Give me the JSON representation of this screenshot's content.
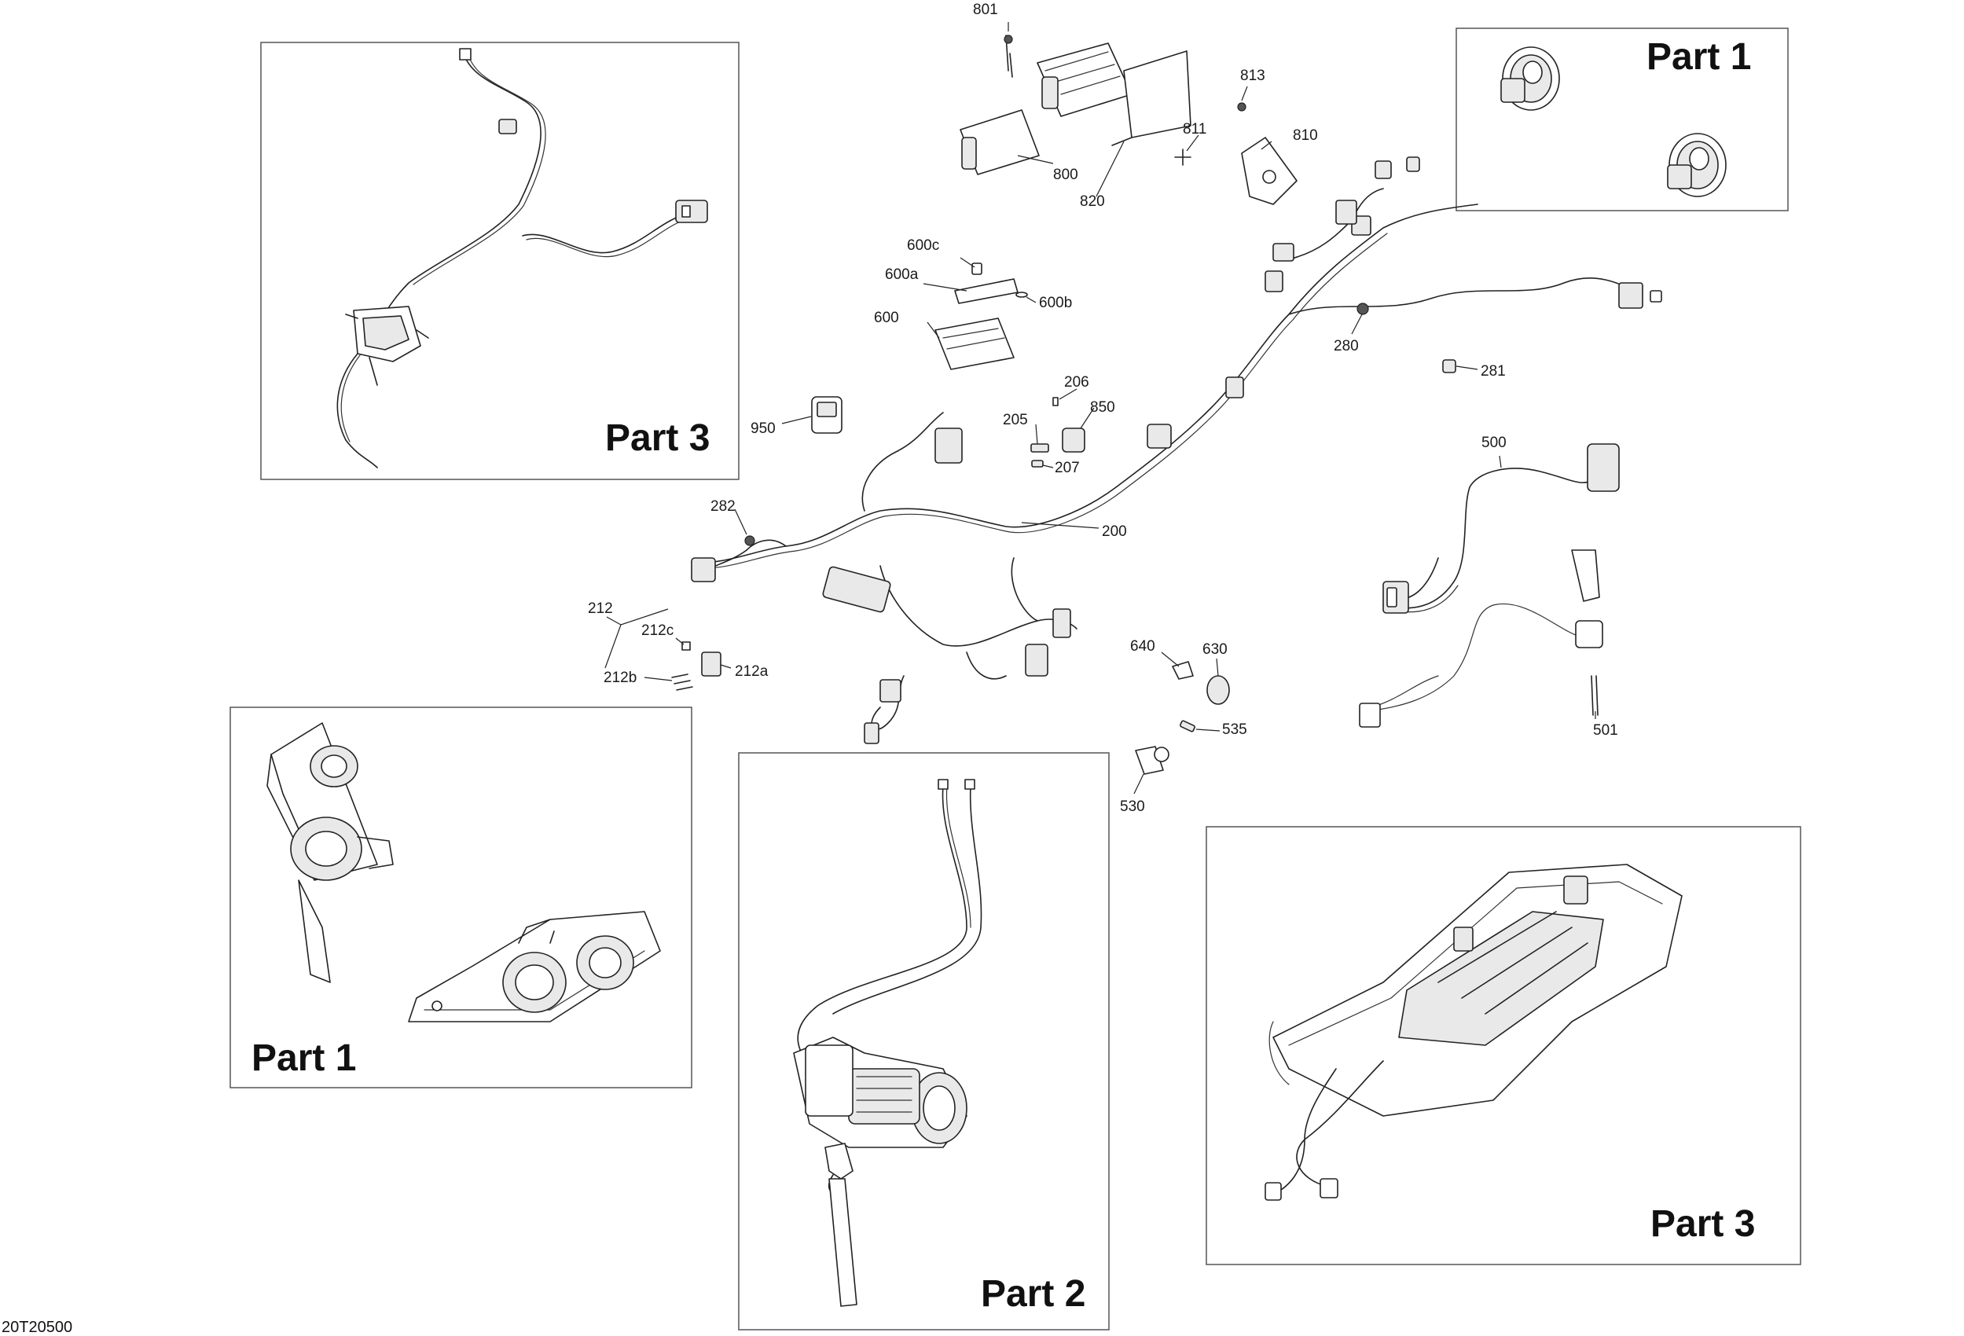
{
  "drawing_code": "20T20500",
  "insets": [
    {
      "id": "inset-part3-harness",
      "title": "Part 3"
    },
    {
      "id": "inset-part1-lights-small",
      "title": "Part 1"
    },
    {
      "id": "inset-part1-headlights",
      "title": "Part 1"
    },
    {
      "id": "inset-part2-winch",
      "title": "Part 2"
    },
    {
      "id": "inset-part3-frame",
      "title": "Part 3"
    }
  ],
  "callouts": [
    "801",
    "800",
    "820",
    "813",
    "811",
    "810",
    "600c",
    "600a",
    "600b",
    "600",
    "206",
    "850",
    "205",
    "207",
    "950",
    "282",
    "200",
    "280",
    "281",
    "212",
    "212c",
    "212a",
    "212b",
    "640",
    "630",
    "535",
    "530",
    "500",
    "501"
  ]
}
